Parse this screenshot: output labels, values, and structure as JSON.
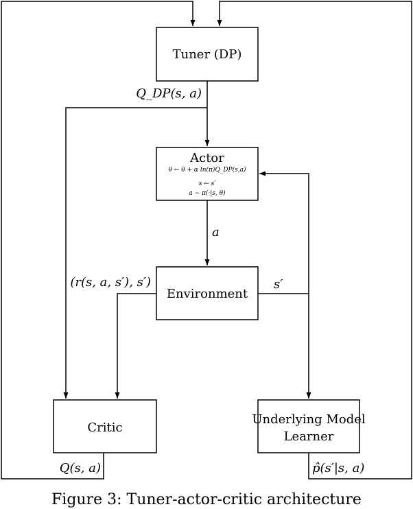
{
  "boxes": {
    "tuner": {
      "label": "Tuner (DP)"
    },
    "actor": {
      "label": "Actor",
      "eq1": "θ ← θ + α ln(π)Q_DP(s,a)",
      "eq2": "s ← s′",
      "eq3": "a ∼ π(·|s, θ)"
    },
    "environment": {
      "label": "Environment"
    },
    "critic": {
      "label": "Critic"
    },
    "model_learner": {
      "label_line1": "Underlying Model",
      "label_line2": "Learner"
    }
  },
  "edge_labels": {
    "q_dp": "Q_DP(s, a)",
    "action": "a",
    "reward_state": "(r(s, a, s′), s′)",
    "next_state": "s′",
    "q": "Q(s, a)",
    "p_hat": "p̂(s′|s, a)"
  },
  "caption": "Figure 3: Tuner-actor-critic architecture"
}
